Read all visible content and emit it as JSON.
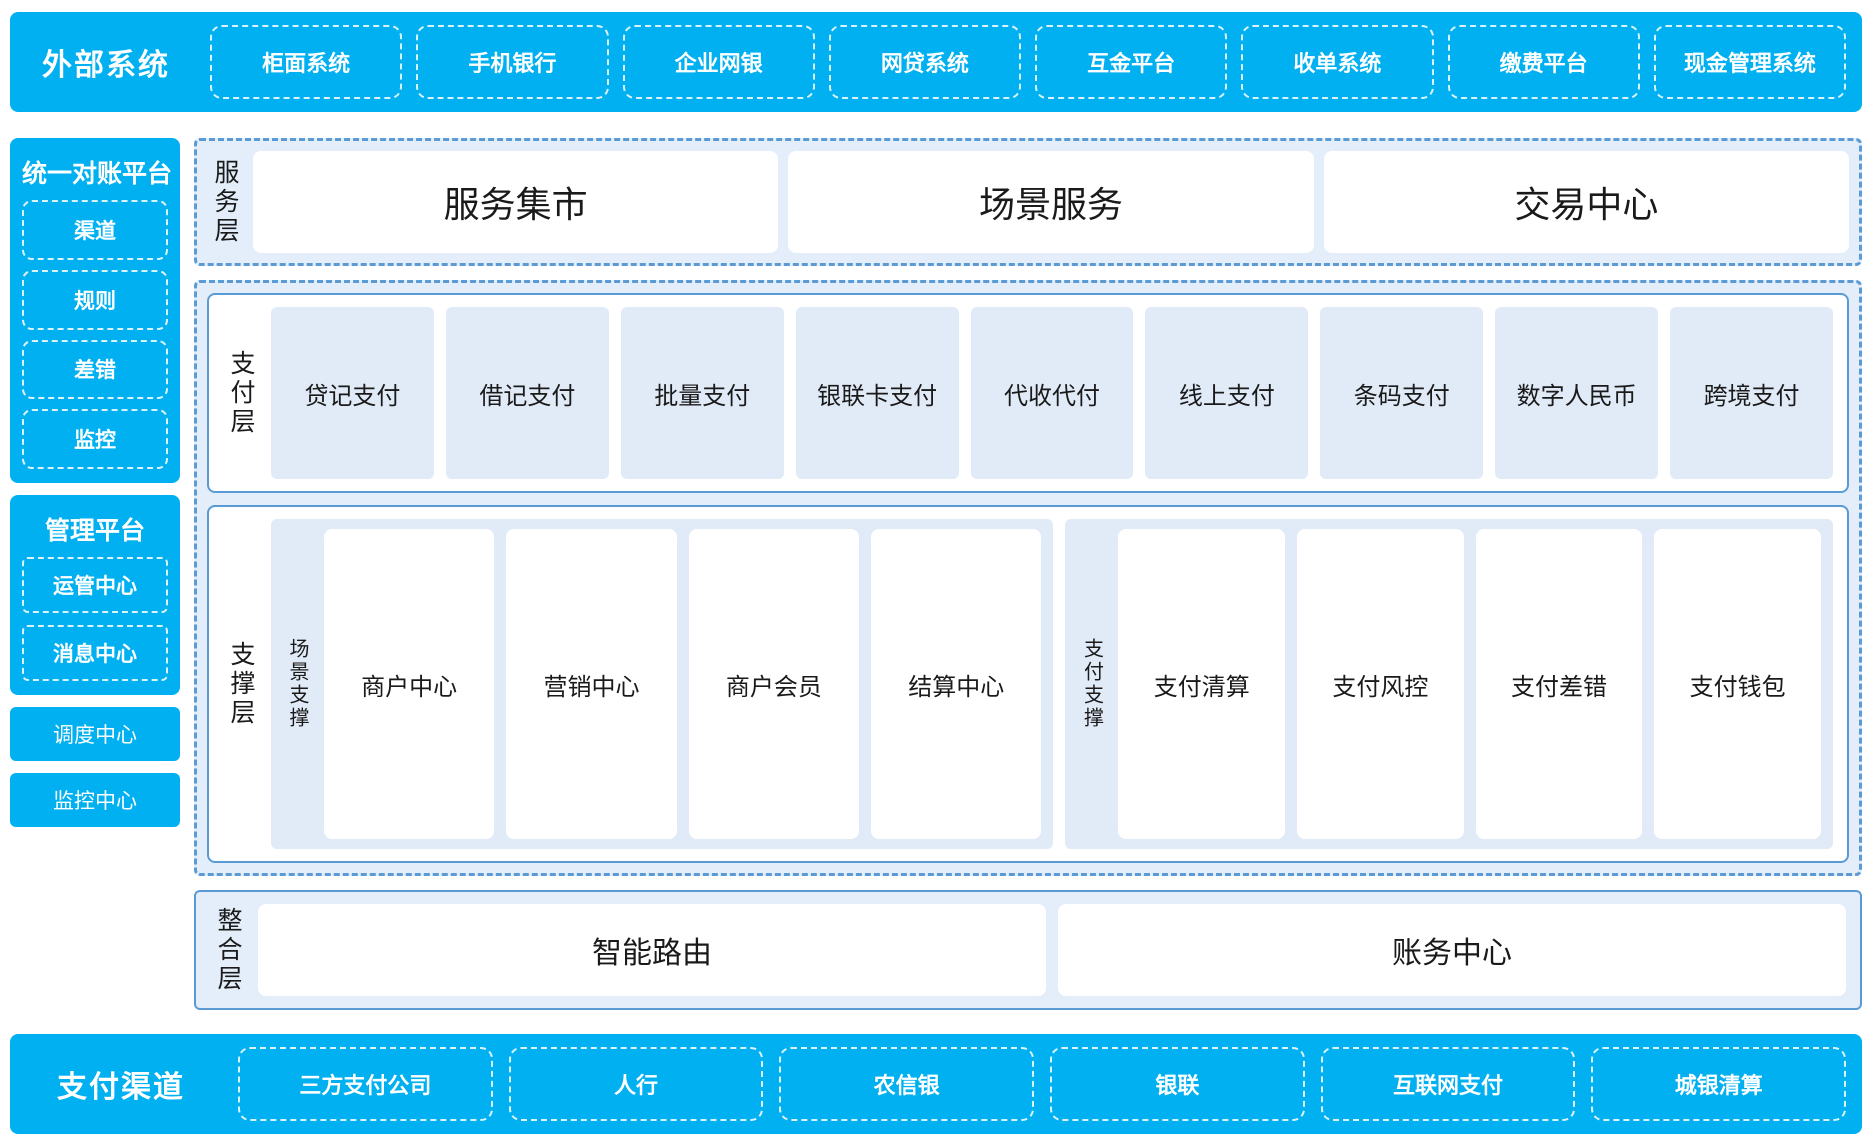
{
  "external": {
    "title": "外部系统",
    "items": [
      "柜面系统",
      "手机银行",
      "企业网银",
      "网贷系统",
      "互金平台",
      "收单系统",
      "缴费平台",
      "现金管理系统"
    ]
  },
  "rail": {
    "reconciliation": {
      "title": "统一对账平台",
      "items": [
        "渠道",
        "规则",
        "差错",
        "监控"
      ]
    },
    "management": {
      "title": "管理平台",
      "items": [
        "运管中心",
        "消息中心"
      ]
    },
    "standalone": [
      "调度中心",
      "监控中心"
    ]
  },
  "service_layer": {
    "label": "服务层",
    "items": [
      "服务集市",
      "场景服务",
      "交易中心"
    ]
  },
  "payment_layer": {
    "label": "支付层",
    "items": [
      "贷记支付",
      "借记支付",
      "批量支付",
      "银联卡支付",
      "代收代付",
      "线上支付",
      "条码支付",
      "数字人民币",
      "跨境支付"
    ]
  },
  "support_layer": {
    "label": "支撑层",
    "scene": {
      "label": "场景支撑",
      "items": [
        "商户中心",
        "营销中心",
        "商户会员",
        "结算中心"
      ]
    },
    "payment_support": {
      "label": "支付支撑",
      "items": [
        "支付清算",
        "支付风控",
        "支付差错",
        "支付钱包"
      ]
    }
  },
  "integration_layer": {
    "label": "整合层",
    "items": [
      "智能路由",
      "账务中心"
    ]
  },
  "channels": {
    "title": "支付渠道",
    "items": [
      "三方支付公司",
      "人行",
      "农信银",
      "银联",
      "互联网支付",
      "城银清算"
    ]
  },
  "colors": {
    "brand_blue": "#00b0f0",
    "panel_border": "#5b9bd5",
    "panel_fill": "#e3eefa",
    "tile_fill": "#e1ebf7"
  }
}
